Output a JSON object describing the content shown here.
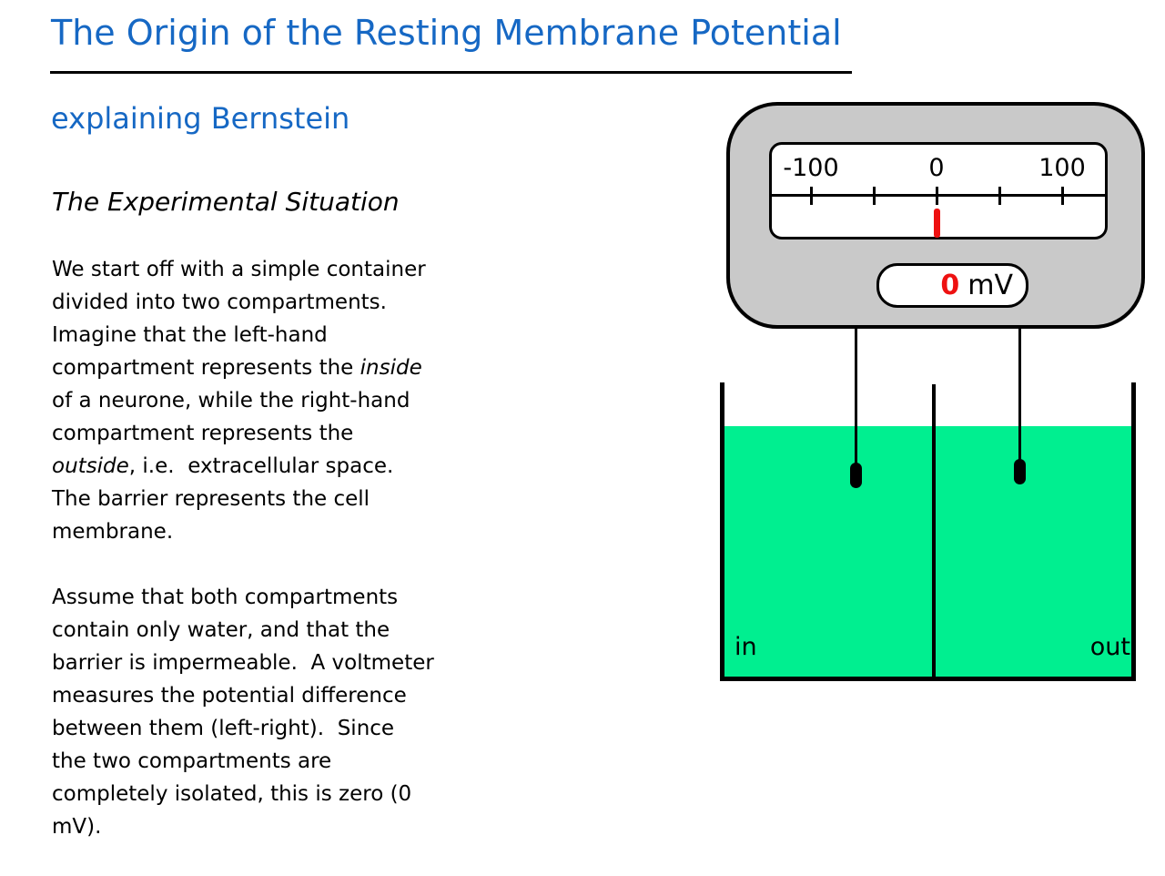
{
  "article": {
    "title": "The Origin of the Resting Membrane Potential",
    "subtitle": "explaining Bernstein",
    "section_heading": "The Experimental Situation",
    "paragraphs": [
      {
        "runs": [
          {
            "t": "We start off with a simple container\ndivided into two compartments.\nImagine that the left-hand\ncompartment represents the ",
            "i": false
          },
          {
            "t": "inside",
            "i": true
          },
          {
            "t": "\nof a neurone, while the right-hand\ncompartment represents the\n",
            "i": false
          },
          {
            "t": "outside",
            "i": true
          },
          {
            "t": ", i.e.  extracellular space.\nThe barrier represents the cell\nmembrane.",
            "i": false
          }
        ]
      },
      {
        "runs": [
          {
            "t": "Assume that both compartments\ncontain only water, and that the\nbarrier is impermeable.  A voltmeter\nmeasures the potential difference\nbetween them (left-right).  Since\nthe two compartments are\ncompletely isolated, this is zero (0\nmV).",
            "i": false
          }
        ]
      }
    ]
  },
  "voltmeter": {
    "scale_labels": [
      "-100",
      "0",
      "100"
    ],
    "tick_values": [
      -100,
      -50,
      0,
      50,
      100
    ],
    "needle_position_mv": 0,
    "reading_value": "0",
    "reading_unit": "mV"
  },
  "container_diagram": {
    "left_label": "in",
    "right_label": "out"
  },
  "colors": {
    "accent_blue": "#1668c4",
    "meter_gray": "#c9c9c9",
    "liquid_green": "#00ef90",
    "needle_red": "#ee1111",
    "line_black": "#000000"
  }
}
